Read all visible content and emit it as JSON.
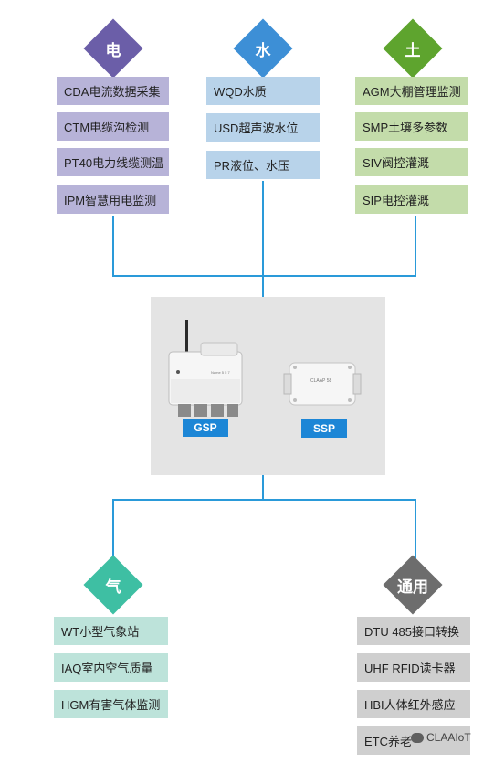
{
  "categories": {
    "electric": {
      "label": "电",
      "color": "#6b5ea8",
      "box_color": "#b7b3d8",
      "items": [
        "CDA电流数据采集",
        "CTM电缆沟检测",
        "PT40电力线缆测温",
        "IPM智慧用电监测"
      ]
    },
    "water": {
      "label": "水",
      "color": "#3d8fd6",
      "box_color": "#b8d3ea",
      "items": [
        "WQD水质",
        "USD超声波水位",
        "PR液位、水压"
      ]
    },
    "soil": {
      "label": "土",
      "color": "#5ea42e",
      "box_color": "#c3dcaa",
      "items": [
        "AGM大棚管理监测",
        "SMP土壤多参数",
        "SIV阀控灌溉",
        "SIP电控灌溉"
      ]
    },
    "air": {
      "label": "气",
      "color": "#3ebfa3",
      "box_color": "#bde3da",
      "items": [
        "WT小型气象站",
        "IAQ室内空气质量",
        "HGM有害气体监测"
      ]
    },
    "general": {
      "label": "通用",
      "color": "#6d6d6d",
      "box_color": "#cfcfcf",
      "items": [
        "DTU 485接口转换",
        "UHF RFID读卡器",
        "HBI人体红外感应",
        "ETC养老"
      ]
    }
  },
  "devices": {
    "gsp": {
      "label": "GSP",
      "face_text": "Name 5 5 7"
    },
    "ssp": {
      "label": "SSP",
      "face_text": "CLAAP 58"
    }
  },
  "watermark": {
    "text": "CLAAIoT"
  },
  "line_color": "#2a9ad9"
}
